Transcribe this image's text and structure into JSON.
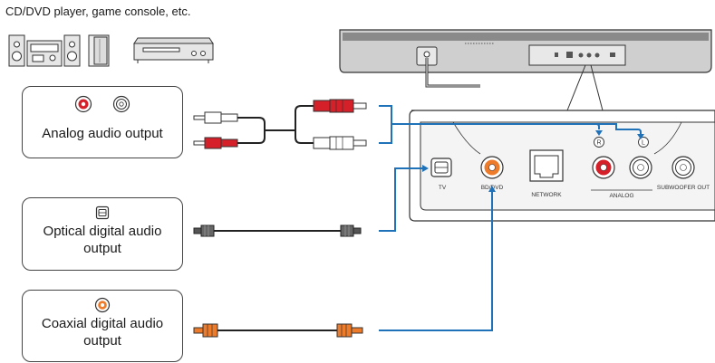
{
  "title": "CD/DVD player, game console, etc.",
  "sources": [
    {
      "label": "Analog audio output",
      "icons": [
        "rca-red-jack-icon",
        "rca-white-jack-icon"
      ]
    },
    {
      "label": "Optical digital audio\noutput",
      "icons": [
        "optical-port-icon"
      ]
    },
    {
      "label": "Coaxial digital audio\noutput",
      "icons": [
        "coaxial-jack-icon"
      ]
    }
  ],
  "panel_labels": {
    "tv": "TV",
    "bd_dvd": "BD/DVD",
    "network": "NETWORK",
    "analog": "ANALOG",
    "subwoofer": "SUBWOOFER OUT",
    "r": "R",
    "l": "L"
  },
  "colors": {
    "cable_blue": "#1f72b8",
    "rca_red": "#d5202a",
    "coax_orange": "#ee7b2a",
    "optical_gray": "#555555"
  }
}
